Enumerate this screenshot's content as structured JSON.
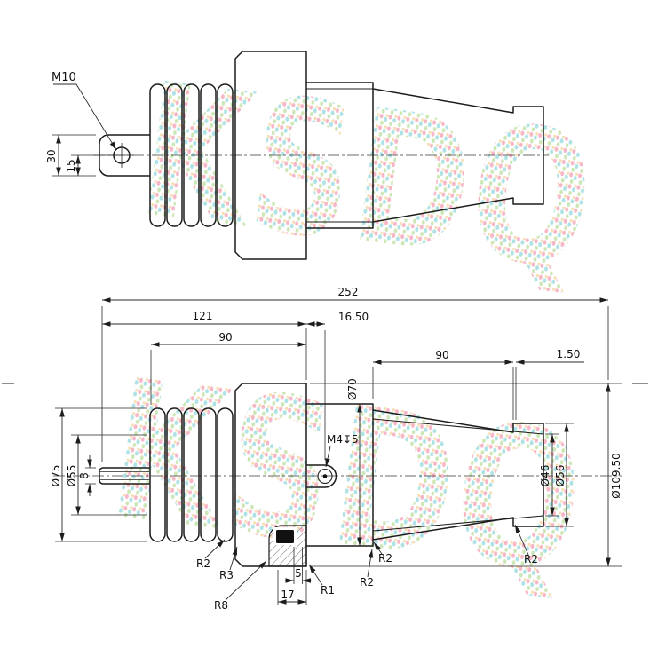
{
  "watermark": {
    "text": "KSDQ"
  },
  "colors": {
    "line": "#1c1c1c",
    "dimension": "#2a2a2a",
    "seal_fill": "#111111",
    "watermark_pink": "#ee7290",
    "watermark_cyan": "#62c6cd",
    "watermark_green": "#9ccf70",
    "watermark_orange": "#f0bc68"
  },
  "top_view": {
    "thread_label": "M10",
    "dims": {
      "tab_height": "30",
      "hole_offset": "15"
    }
  },
  "bottom_view": {
    "dims": {
      "overall_length": "252",
      "front_length": "121",
      "bellows_length": "90",
      "hole_setback": "16.50",
      "cone_length": "90",
      "end_step": "1.50",
      "body_dia": "Ø70",
      "tapped_hole": "M4↧5",
      "shed_dia": "Ø75",
      "core_dia": "Ø55",
      "stud_dia": "8",
      "bore_dia": "Ø46",
      "end_dia": "Ø56",
      "flange_dia": "Ø109.50",
      "groove_width": "5",
      "groove_depth": "17"
    },
    "radii": {
      "bellows_root": "R2",
      "neck": "R3",
      "groove_corner": "R8",
      "seat_corner": "R1",
      "cone_root_top": "R2",
      "cone_root_bottom": "R2",
      "end_step": "R2"
    }
  }
}
